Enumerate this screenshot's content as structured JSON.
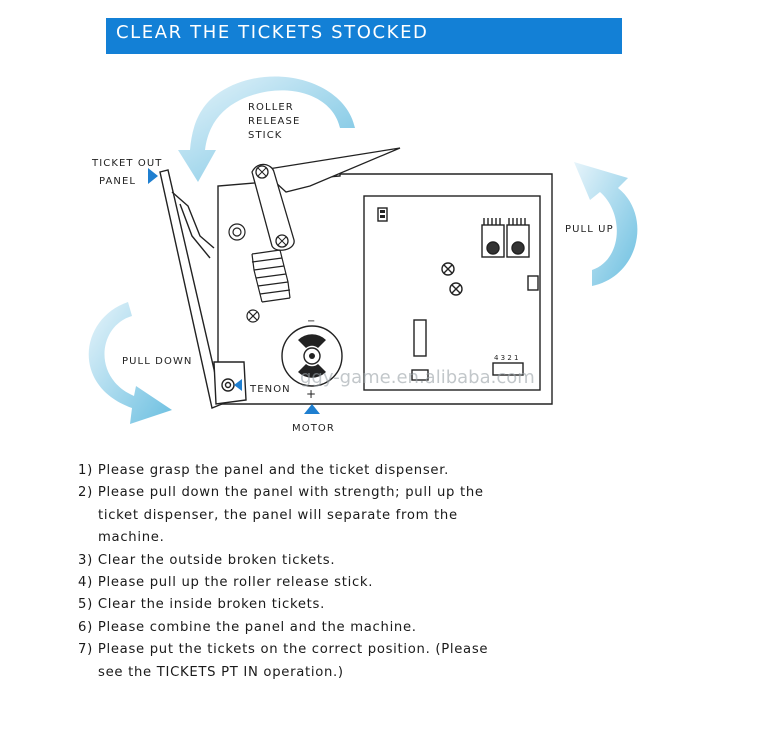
{
  "title": "CLEAR THE TICKETS STOCKED",
  "labels": {
    "roller_release": [
      "ROLLER",
      "RELEASE",
      "STICK"
    ],
    "ticket_out": [
      "TICKET OUT",
      "PANEL"
    ],
    "pull_up": "PULL UP",
    "pull_down": "PULL DOWN",
    "tenon": "TENON",
    "motor": "MOTOR",
    "motor_minus": "−",
    "motor_plus": "+",
    "connector_pins": "4 3 2 1"
  },
  "watermark": "ggy-game.en.alibaba.com",
  "steps": [
    "1) Please grasp the panel and the ticket dispenser.",
    "2) Please pull down the panel with strength; pull up the ticket dispenser, the panel will separate from the machine.",
    "3) Clear the outside broken tickets.",
    "4) Please pull up the roller release stick.",
    "5) Clear the inside broken tickets.",
    "6) Please combine the panel and the machine.",
    "7) Please put the tickets on the correct position. (Please see the TICKETS PT IN operation.)"
  ],
  "colors": {
    "banner": "#1380d6",
    "arrow": "#5bb8dd",
    "marker": "#1f7fd0",
    "line": "#222222"
  }
}
